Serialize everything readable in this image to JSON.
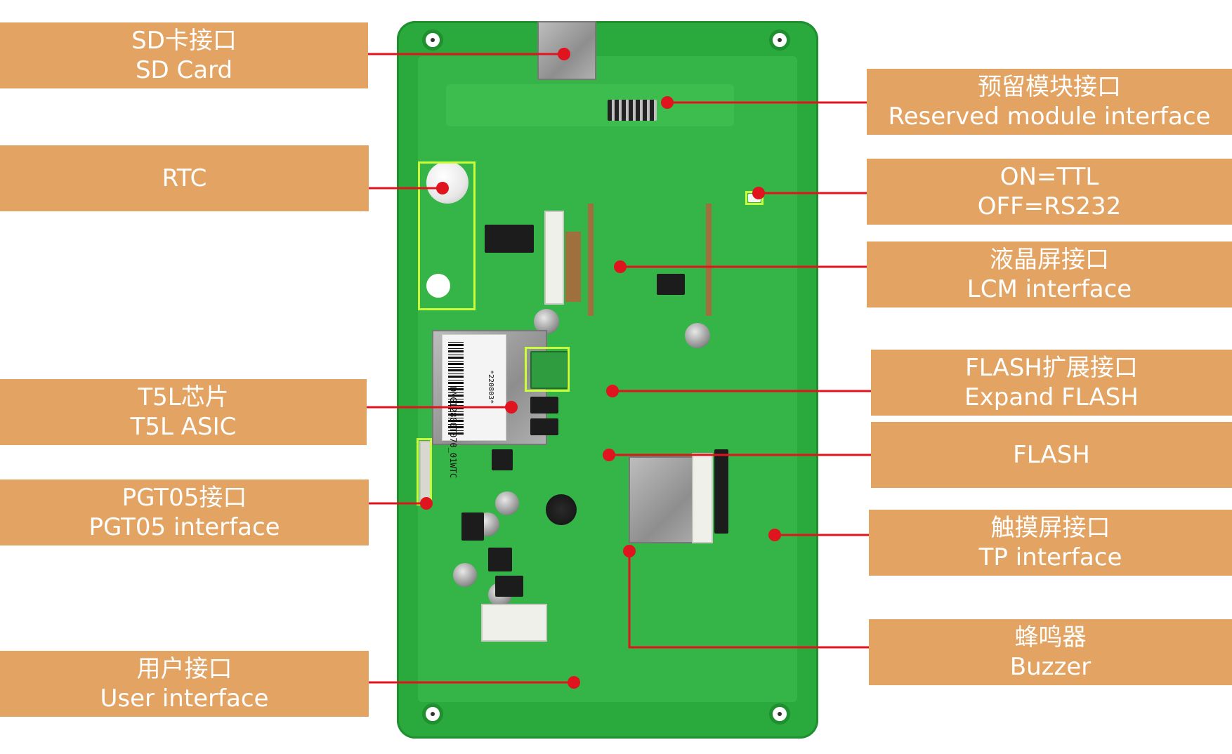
{
  "labels": {
    "sd_card": {
      "zh": "SD卡接口",
      "en": "SD Card"
    },
    "rtc": {
      "en": "RTC"
    },
    "t5l": {
      "zh": "T5L芯片",
      "en": "T5L ASIC"
    },
    "pgt05": {
      "zh": "PGT05接口",
      "en": "PGT05 interface"
    },
    "user_interface": {
      "zh": "用户接口",
      "en": "User interface"
    },
    "reserved_module": {
      "zh": "预留模块接口",
      "en": "Reserved module interface"
    },
    "ttl_rs232": {
      "line1": "ON=TTL",
      "line2": "OFF=RS232"
    },
    "lcm": {
      "zh": "液晶屏接口",
      "en": "LCM interface"
    },
    "expand_flash": {
      "zh": "FLASH扩展接口",
      "en": "Expand FLASH"
    },
    "flash": {
      "en": "FLASH"
    },
    "tp": {
      "zh": "触摸屏接口",
      "en": "TP interface"
    },
    "buzzer": {
      "zh": "蜂鸣器",
      "en": "Buzzer"
    }
  },
  "board_text": {
    "chip_label": "DMG12800T070_01WTC",
    "batch": "*220803*"
  },
  "colors": {
    "label_bg": "#e3a362",
    "label_text": "#ffffff",
    "leader_line": "#e0141e",
    "board_green": "#2aa93c",
    "highlight": "#c8ff3a"
  }
}
